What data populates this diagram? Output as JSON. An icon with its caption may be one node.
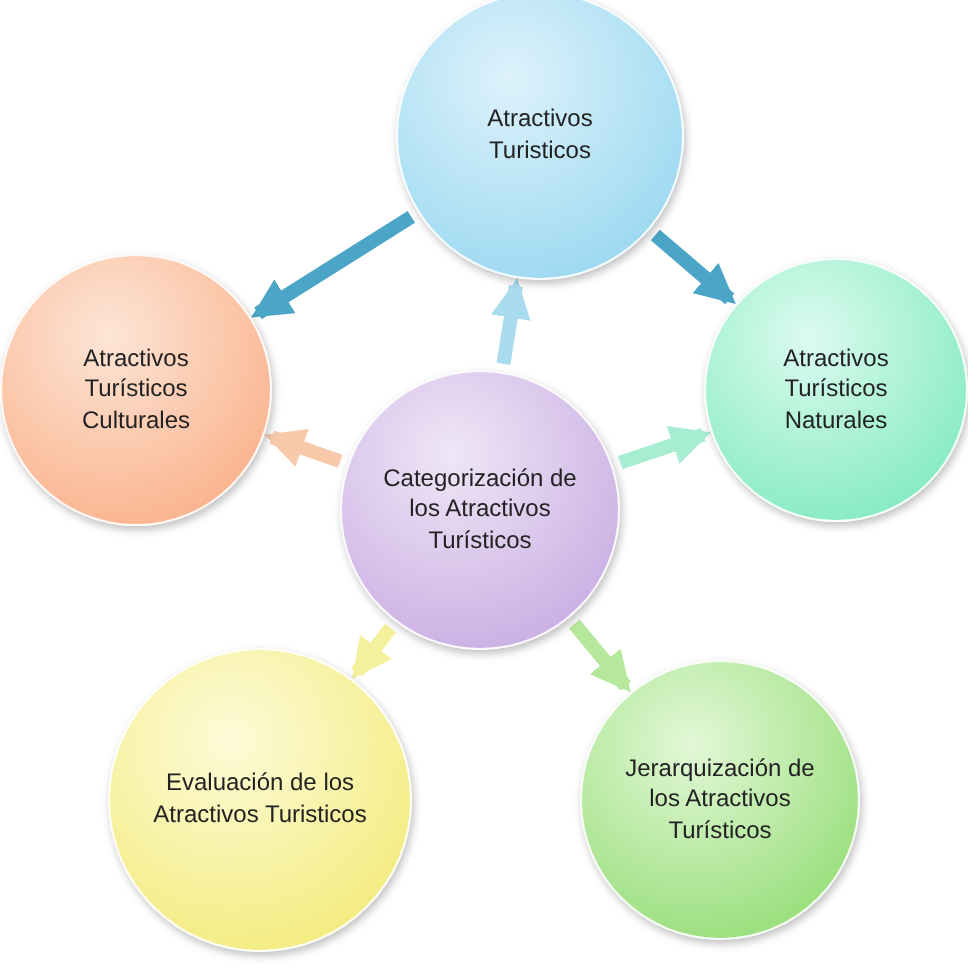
{
  "diagram": {
    "nodes": [
      {
        "text": [
          "Atractivos Turisticos"
        ]
      },
      {
        "text": [
          "Atractivos Turísticos Culturales"
        ]
      },
      {
        "text": [
          "Atractivos Turísticos Naturales"
        ]
      },
      {
        "text": [
          "Categorización de los Atractivos Turísticos"
        ]
      },
      {
        "text": [
          "Evaluación de los Atractivos Turisticos"
        ]
      },
      {
        "text": [
          "Jerarquización de los Atractivos Turísticos"
        ]
      }
    ],
    "edges": [
      {
        "from": 0,
        "to": 1,
        "arrow": "to"
      },
      {
        "from": 0,
        "to": 2,
        "arrow": "to"
      },
      {
        "from": 3,
        "to": 0,
        "arrow": "to",
        "color": "#a9dcef"
      },
      {
        "from": 3,
        "to": 1,
        "arrow": "to",
        "color": "#f8c9aa"
      },
      {
        "from": 3,
        "to": 2,
        "arrow": "to",
        "color": "#a6edd2"
      },
      {
        "from": 3,
        "to": 4,
        "arrow": "to",
        "color": "#f5f09c"
      },
      {
        "from": 3,
        "to": 5,
        "arrow": "to",
        "color": "#b6e89c"
      }
    ]
  }
}
